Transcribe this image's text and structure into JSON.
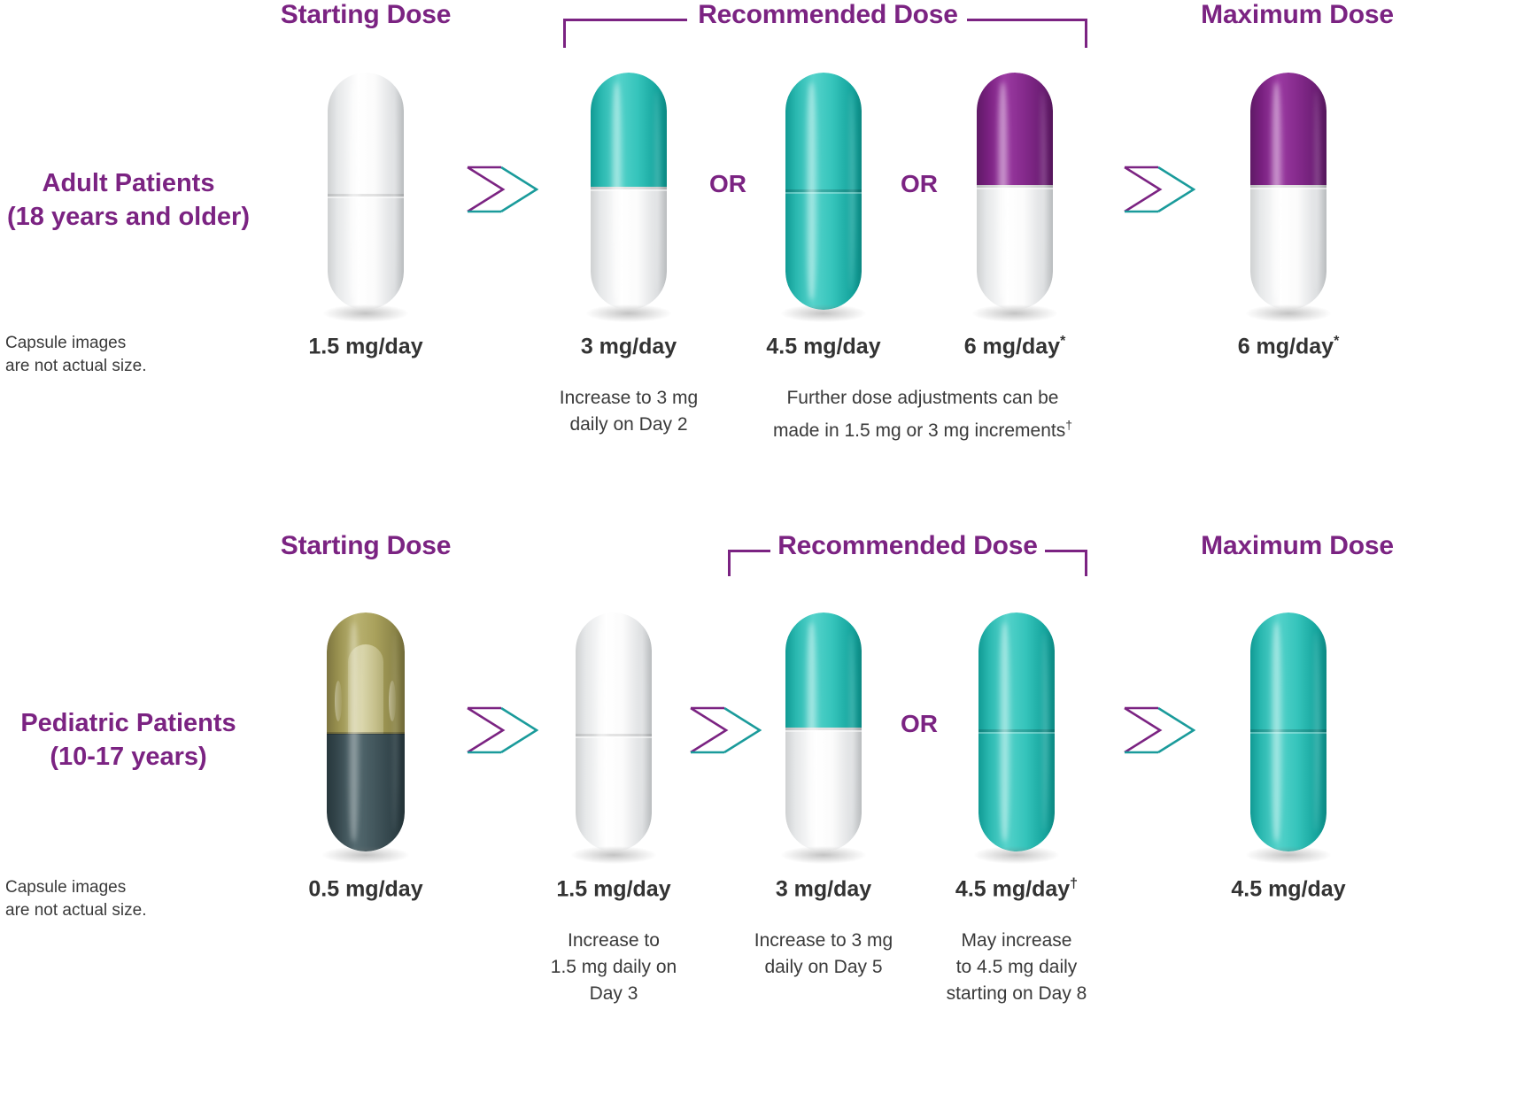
{
  "adult": {
    "patient_label_line1": "Adult Patients",
    "patient_label_line2": "(18 years and older)",
    "capsule_note_line1": "Capsule images",
    "capsule_note_line2": "are not actual size.",
    "headers": {
      "starting": "Starting Dose",
      "recommended": "Recommended Dose",
      "maximum": "Maximum Dose"
    },
    "steps": [
      {
        "dose": "1.5 mg/day",
        "sup": "",
        "note": "",
        "cap_color": "white",
        "body_color": "white"
      },
      {
        "dose": "3 mg/day",
        "sup": "",
        "note": "Increase to 3 mg\ndaily on Day 2",
        "cap_color": "teal",
        "body_color": "white"
      },
      {
        "dose": "4.5 mg/day",
        "sup": "",
        "note": "",
        "cap_color": "teal",
        "body_color": "teal"
      },
      {
        "dose": "6 mg/day",
        "sup": "*",
        "note": "",
        "cap_color": "purple",
        "body_color": "white"
      },
      {
        "dose": "6 mg/day",
        "sup": "*",
        "note": "",
        "cap_color": "purple",
        "body_color": "white"
      }
    ],
    "shared_note_line1": "Further dose adjustments can be",
    "shared_note_line2": "made in 1.5 mg or 3 mg increments",
    "shared_note_sup": "†",
    "or_labels": [
      "OR",
      "OR"
    ]
  },
  "pediatric": {
    "patient_label_line1": "Pediatric Patients",
    "patient_label_line2": "(10-17 years)",
    "capsule_note_line1": "Capsule images",
    "capsule_note_line2": "are not actual size.",
    "headers": {
      "starting": "Starting Dose",
      "recommended": "Recommended Dose",
      "maximum": "Maximum Dose"
    },
    "steps": [
      {
        "dose": "0.5 mg/day",
        "sup": "",
        "note": "",
        "cap_color": "olive",
        "body_color": "slate"
      },
      {
        "dose": "1.5 mg/day",
        "sup": "",
        "note": "Increase to\n1.5 mg daily on\nDay 3",
        "cap_color": "white",
        "body_color": "white"
      },
      {
        "dose": "3 mg/day",
        "sup": "",
        "note": "Increase to 3 mg\ndaily on Day 5",
        "cap_color": "teal",
        "body_color": "white"
      },
      {
        "dose": "4.5 mg/day",
        "sup": "†",
        "note": "May increase\nto 4.5 mg daily\nstarting on Day 8",
        "cap_color": "teal",
        "body_color": "teal"
      },
      {
        "dose": "4.5 mg/day",
        "sup": "",
        "note": "",
        "cap_color": "teal",
        "body_color": "teal"
      }
    ],
    "or_labels": [
      "OR"
    ]
  },
  "colors": {
    "purple": "#7b2382",
    "teal": "#2bbcb4",
    "text_dark": "#333333",
    "olive": "#a9a15c",
    "slate": "#42565c"
  }
}
